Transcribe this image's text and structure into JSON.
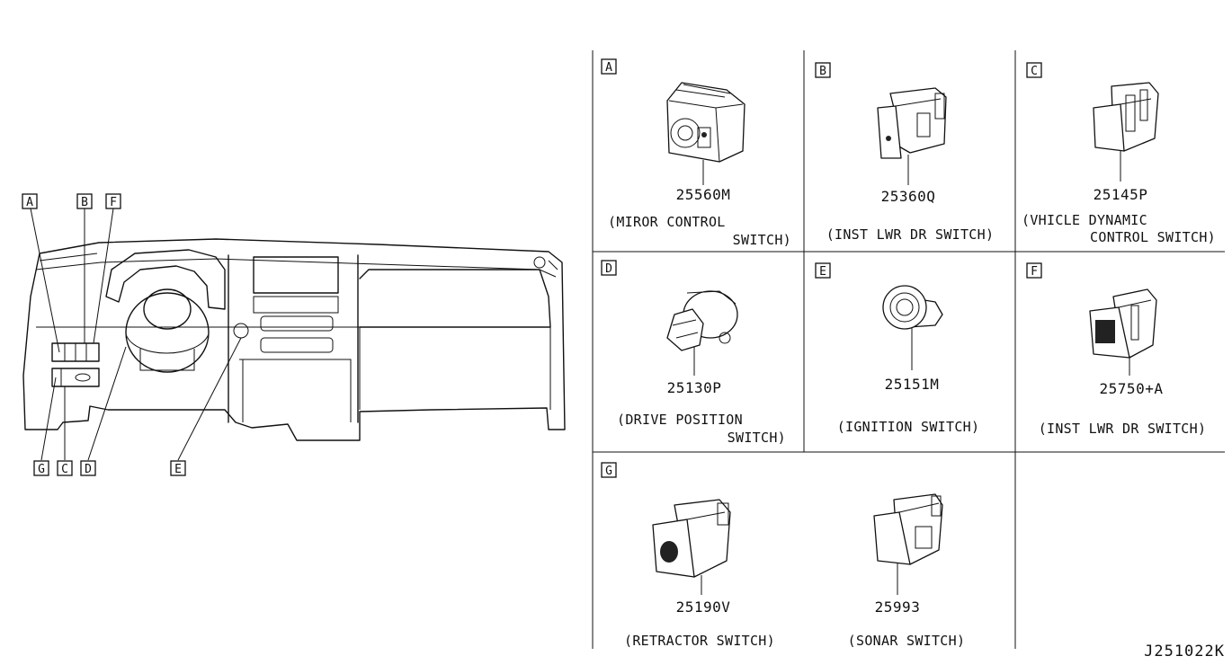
{
  "diagram_code": "J251022K",
  "dashboard": {
    "callouts_top": [
      "A",
      "B",
      "F"
    ],
    "callouts_bottom": [
      "G",
      "C",
      "D",
      "E"
    ]
  },
  "cells": {
    "A": {
      "letter": "A",
      "part_no": "25560M",
      "desc": [
        "(MIROR CONTROL",
        "SWITCH)"
      ]
    },
    "B": {
      "letter": "B",
      "part_no": "25360Q",
      "desc": [
        "(INST LWR DR SWITCH)"
      ]
    },
    "C": {
      "letter": "C",
      "part_no": "25145P",
      "desc": [
        "(VHICLE DYNAMIC",
        "CONTROL SWITCH)"
      ]
    },
    "D": {
      "letter": "D",
      "part_no": "25130P",
      "desc": [
        "(DRIVE POSITION",
        "SWITCH)"
      ]
    },
    "E": {
      "letter": "E",
      "part_no": "25151M",
      "desc": [
        "(IGNITION SWITCH)"
      ]
    },
    "F": {
      "letter": "F",
      "part_no": "25750+A",
      "desc": [
        "(INST LWR DR SWITCH)"
      ]
    },
    "G": {
      "letter": "G",
      "parts": [
        {
          "part_no": "25190V",
          "desc": "(RETRACTOR SWITCH)"
        },
        {
          "part_no": "25993",
          "desc": "(SONAR SWITCH)"
        }
      ]
    }
  }
}
